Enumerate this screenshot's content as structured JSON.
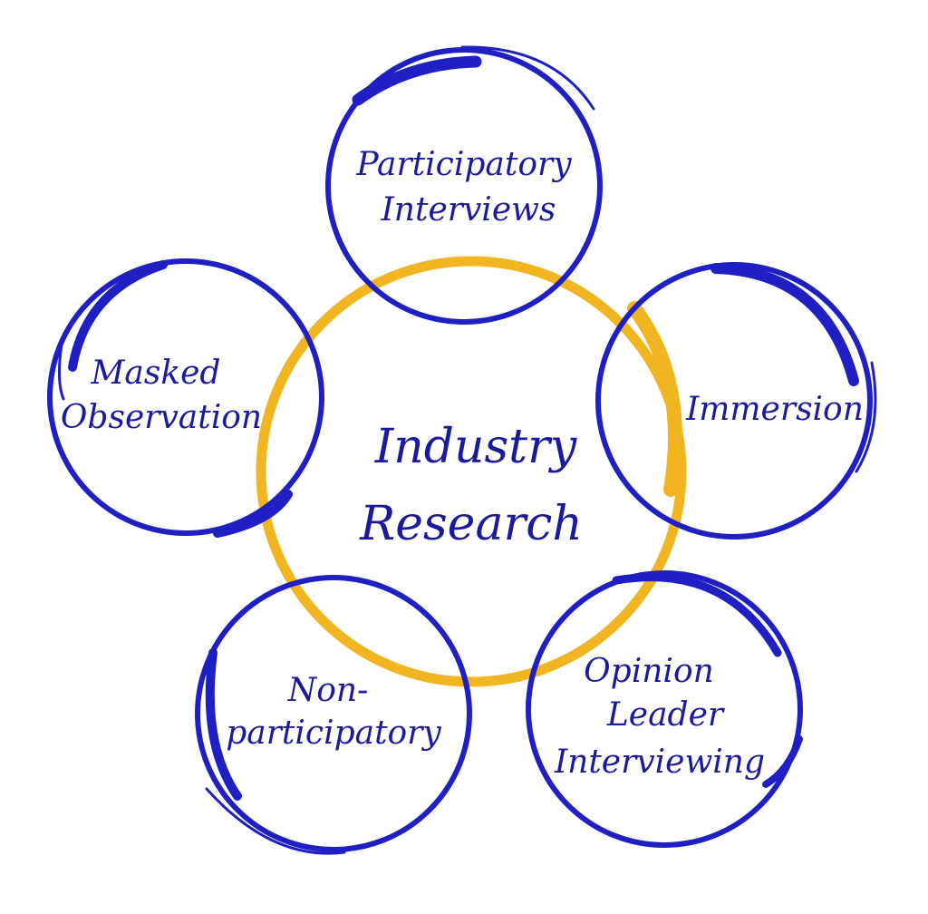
{
  "diagram": {
    "center": {
      "lines": [
        "Industry",
        "Research"
      ]
    },
    "nodes": [
      {
        "id": "participatory-interviews",
        "lines": [
          "Participatory",
          "Interviews"
        ]
      },
      {
        "id": "immersion",
        "lines": [
          "Immersion"
        ]
      },
      {
        "id": "opinion-leader-interviewing",
        "lines": [
          "Opinion",
          "Leader",
          "Interviewing"
        ]
      },
      {
        "id": "non-participatory",
        "lines": [
          "Non-",
          "participatory"
        ]
      },
      {
        "id": "masked-observation",
        "lines": [
          "Masked",
          "Observation"
        ]
      }
    ],
    "colors": {
      "ring": "#1f1fc4",
      "center_ring": "#f0b521",
      "text": "#1a1a9e"
    }
  }
}
